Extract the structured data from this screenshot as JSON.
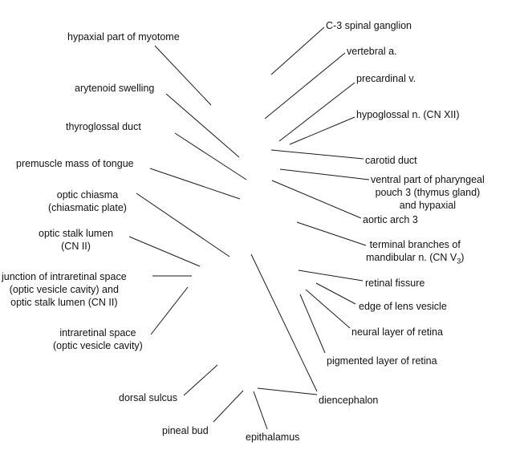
{
  "labels": {
    "hypaxial_myotome": "hypaxial part of myotome",
    "arytenoid_swelling": "arytenoid swelling",
    "thyroglossal_duct": "thyroglossal duct",
    "premuscle_mass": "premuscle mass of tongue",
    "optic_chiasma_1": "optic chiasma",
    "optic_chiasma_2": "(chiasmatic plate)",
    "optic_stalk_lumen_1": "optic stalk lumen",
    "optic_stalk_lumen_2": "(CN II)",
    "junction_1": "junction of intraretinal space",
    "junction_2": "(optic vesicle cavity) and",
    "junction_3": "optic stalk lumen (CN II)",
    "intraretinal_1": "intraretinal space",
    "intraretinal_2": "(optic vesicle cavity)",
    "dorsal_sulcus": "dorsal sulcus",
    "pineal_bud": "pineal bud",
    "epithalamus": "epithalamus",
    "c3_ganglion": "C-3 spinal ganglion",
    "vertebral_a": "vertebral a.",
    "precardinal_v": "precardinal v.",
    "hypoglossal_n": "hypoglossal n. (CN XII)",
    "carotid_duct": "carotid duct",
    "ventral_pouch_1": "ventral part of pharyngeal",
    "ventral_pouch_2": "pouch 3 (thymus gland)",
    "ventral_pouch_3": "and hypaxial",
    "aortic_arch_3": "aortic arch 3",
    "terminal_branches_1": "terminal branches of",
    "terminal_branches_2_pre": "mandibular n. (CN V",
    "terminal_branches_2_sub": "3",
    "terminal_branches_2_post": ")",
    "retinal_fissure": "retinal fissure",
    "lens_vesicle": "edge of lens vesicle",
    "neural_layer": "neural layer of retina",
    "pigmented_layer": "pigmented layer of retina",
    "diencephalon": "diencephalon"
  }
}
